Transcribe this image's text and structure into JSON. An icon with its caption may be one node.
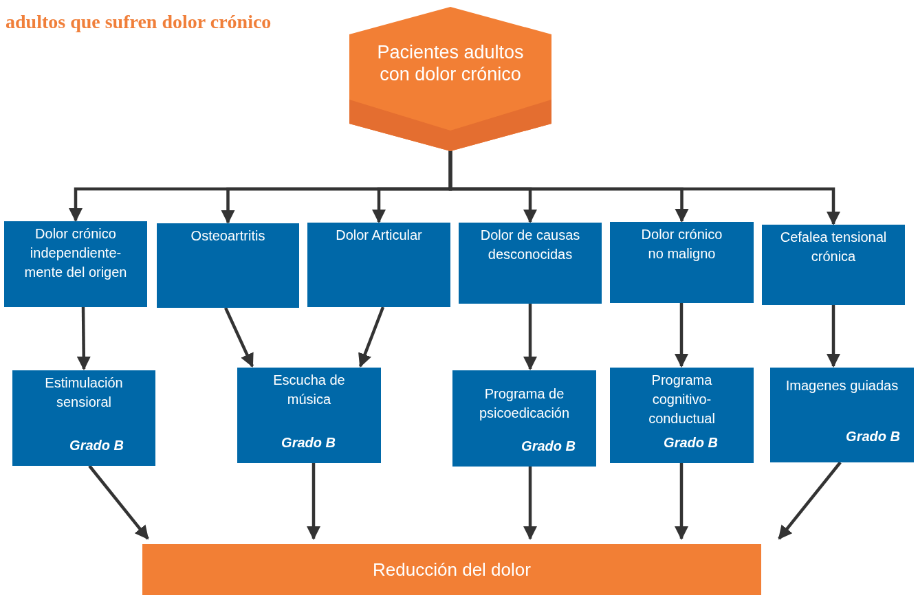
{
  "diagram": {
    "title": "adultos que sufren dolor crónico",
    "nodes": [
      {
        "text": [
          "Pacientes adultos con dolor crónico"
        ]
      },
      {
        "text": [
          "Dolor crónico independiente-mente del origen"
        ]
      },
      {
        "text": [
          "Osteoartritis"
        ]
      },
      {
        "text": [
          "Dolor Articular"
        ]
      },
      {
        "text": [
          "Dolor de causas desconocidas"
        ]
      },
      {
        "text": [
          "Dolor crónico no maligno"
        ]
      },
      {
        "text": [
          "Cefalea tensional crónica"
        ]
      },
      {
        "text": [
          "Estimulación sensioral",
          "Grado B"
        ]
      },
      {
        "text": [
          "Escucha de música",
          "Grado B"
        ]
      },
      {
        "text": [
          "Programa de psicoedicación",
          "Grado B"
        ]
      },
      {
        "text": [
          "Programa cognitivo-conductual",
          "Grado B"
        ]
      },
      {
        "text": [
          "Imagenes guiadas",
          "Grado B"
        ]
      },
      {
        "text": [
          "Reducción del dolor"
        ]
      }
    ],
    "edges": [
      {
        "from": 0,
        "to": 1,
        "arrow": "to"
      },
      {
        "from": 0,
        "to": 2,
        "arrow": "to"
      },
      {
        "from": 0,
        "to": 3,
        "arrow": "to"
      },
      {
        "from": 0,
        "to": 4,
        "arrow": "to"
      },
      {
        "from": 0,
        "to": 5,
        "arrow": "to"
      },
      {
        "from": 0,
        "to": 6,
        "arrow": "to"
      },
      {
        "from": 1,
        "to": 7,
        "arrow": "to"
      },
      {
        "from": 2,
        "to": 8,
        "arrow": "to"
      },
      {
        "from": 3,
        "to": 8,
        "arrow": "to"
      },
      {
        "from": 4,
        "to": 9,
        "arrow": "to"
      },
      {
        "from": 5,
        "to": 10,
        "arrow": "to"
      },
      {
        "from": 6,
        "to": 11,
        "arrow": "to"
      },
      {
        "from": 7,
        "to": 12,
        "arrow": "to"
      },
      {
        "from": 8,
        "to": 12,
        "arrow": "to"
      },
      {
        "from": 9,
        "to": 12,
        "arrow": "to"
      },
      {
        "from": 10,
        "to": 12,
        "arrow": "to"
      },
      {
        "from": 11,
        "to": 12,
        "arrow": "to"
      }
    ]
  }
}
